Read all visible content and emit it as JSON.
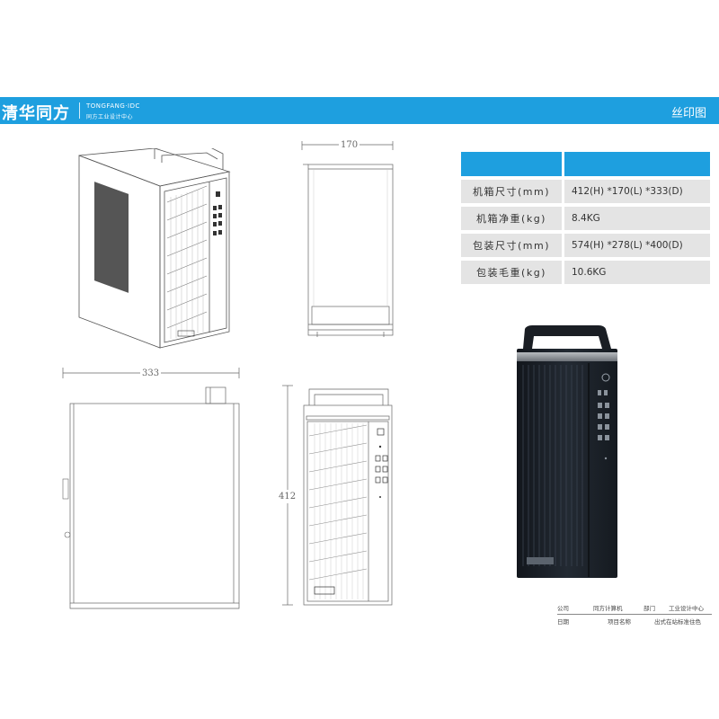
{
  "header": {
    "brand_cn": "清华同方",
    "brand_en": "TONGFANG·IDC",
    "brand_sub": "同方工业设计中心",
    "right_title": "丝印图"
  },
  "dimensions": {
    "width": "170",
    "depth": "333",
    "height": "412"
  },
  "specs": {
    "rows": [
      {
        "label": "机箱尺寸(mm)",
        "value": "412(H) *170(L) *333(D)"
      },
      {
        "label": "机箱净重(kg)",
        "value": "8.4KG"
      },
      {
        "label": "包装尺寸(mm)",
        "value": "574(H) *278(L) *400(D)"
      },
      {
        "label": "包装毛重(kg)",
        "value": "10.6KG"
      }
    ]
  },
  "footer": {
    "company_label": "公司",
    "company_value": "同方计算机",
    "dept_label": "部门",
    "dept_value": "工业设计中心",
    "date_label": "日期",
    "project_label": "项目名称",
    "project_value": "出式在站标准住色"
  },
  "colors": {
    "accent": "#1e9fdf",
    "table_cell": "#e4e4e4",
    "case_dark": "#1d222a"
  }
}
